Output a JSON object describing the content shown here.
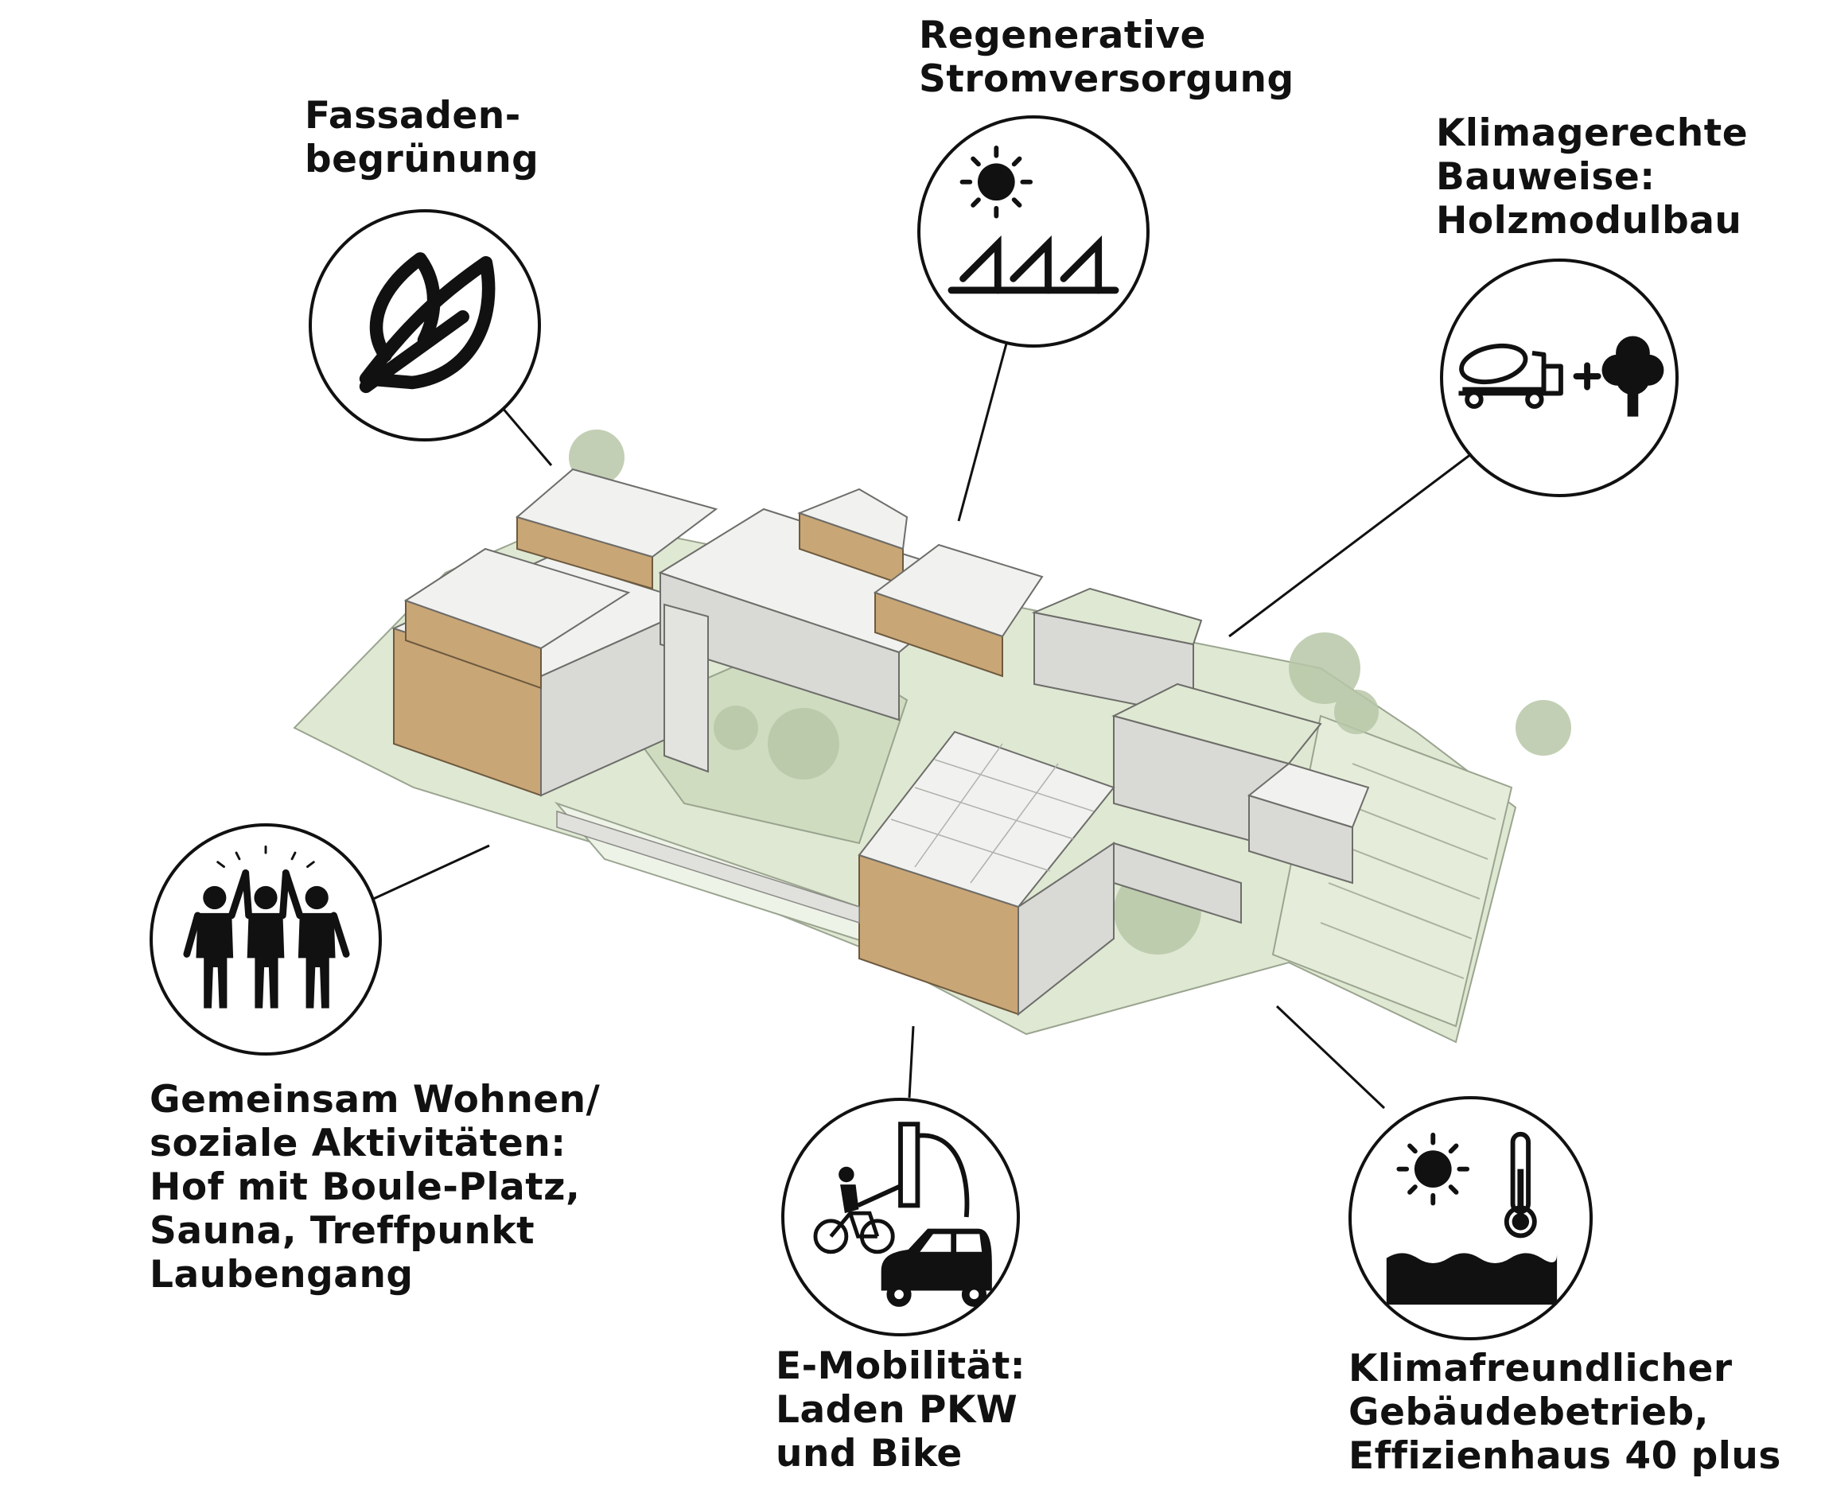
{
  "features": {
    "facade_greening": {
      "lines": [
        "Fassaden-",
        "begrünung"
      ],
      "icon": "leaf-icon"
    },
    "renewable_power": {
      "lines": [
        "Regenerative",
        "Stromversorgung"
      ],
      "icon": "solar-panels-icon"
    },
    "timber_construction": {
      "lines": [
        "Klimagerechte",
        "Bauweise:",
        "Holzmodulbau"
      ],
      "icon": "concrete-truck-plus-tree-icon"
    },
    "community_living": {
      "lines": [
        "Gemeinsam Wohnen/",
        "soziale Aktivitäten:",
        "Hof mit Boule-Platz,",
        "Sauna, Treffpunkt",
        "Laubengang"
      ],
      "icon": "people-cheering-icon"
    },
    "e_mobility": {
      "lines": [
        "E-Mobilität:",
        "Laden PKW",
        "und Bike"
      ],
      "icon": "ev-charging-car-bike-icon"
    },
    "climate_operation": {
      "lines": [
        "Klimafreundlicher",
        "Gebäudebetrieb,",
        "Effizienhaus 40 plus"
      ],
      "icon": "sun-thermometer-water-icon"
    }
  },
  "colors": {
    "ink": "#111111",
    "ground": "#dfe8d2",
    "ground_light": "#eef3e8",
    "timber": "#c9a676",
    "facade": "#d9d9d6",
    "roof": "#f1f2ef",
    "tree": "#b8c7a8"
  }
}
